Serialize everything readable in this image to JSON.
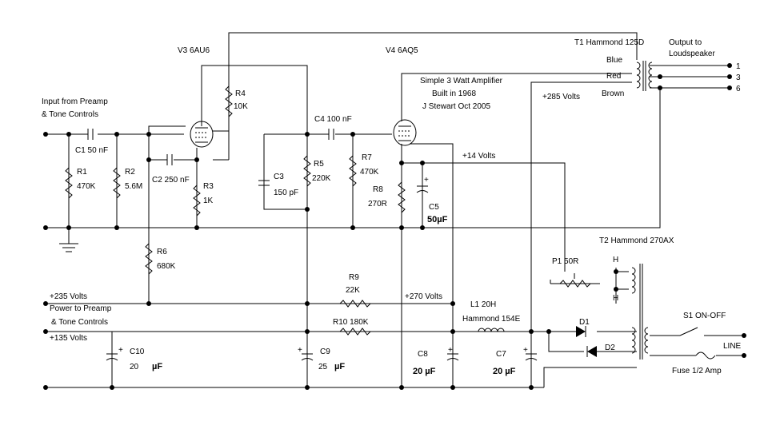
{
  "title_block": {
    "line1": "Simple 3 Watt Amplifier",
    "line2": "Built in 1968",
    "line3": "J Stewart Oct 2005"
  },
  "tubes": {
    "v3": "V3 6AU6",
    "v4": "V4 6AQ5"
  },
  "transformers": {
    "t1": "T1 Hammond 125D",
    "t1_blue": "Blue",
    "t1_red": "Red",
    "t1_brown": "Brown",
    "t2": "T2 Hammond 270AX",
    "t2_h1": "H",
    "t2_h2": "H"
  },
  "labels": {
    "input_line1": "Input from Preamp",
    "input_line2": "& Tone Controls",
    "output_line1": "Output to",
    "output_line2": "Loudspeaker",
    "out_pin1": "1",
    "out_pin3": "3",
    "out_pin6": "6",
    "v285": "+285 Volts",
    "v14": "+14 Volts",
    "v235": "+235 Volts",
    "power_line1": "Power to Preamp",
    "power_line2": "& Tone Controls",
    "v135": "+135 Volts",
    "v270": "+270 Volts",
    "switch": "S1 ON-OFF",
    "line": "LINE",
    "fuse": "Fuse  1/2 Amp",
    "d1": "D1",
    "d2": "D2"
  },
  "components": {
    "c1": "C1 50 nF",
    "r1": "R1",
    "r1_val": "470K",
    "r2": "R2",
    "r2_val": "5.6M",
    "c2": "C2 250 nF",
    "r3": "R3",
    "r3_val": "1K",
    "r4": "R4",
    "r4_val": "10K",
    "c4": "C4 100 nF",
    "c3": "C3",
    "c3_val": "150 pF",
    "r5": "R5",
    "r5_val": "220K",
    "r7": "R7",
    "r7_val": "470K",
    "r8": "R8",
    "r8_val": "270R",
    "c5": "C5",
    "c5_val": "50µF",
    "r6": "R6",
    "r6_val": "680K",
    "r9": "R9",
    "r9_val": "22K",
    "r10": "R10  180K",
    "p1": "P1 50R",
    "l1": "L1 20H",
    "l1_val": "Hammond 154E",
    "c10": "C10",
    "c10_val": "20",
    "c10_unit": "µF",
    "c9": "C9",
    "c9_val": "25",
    "c9_unit": "µF",
    "c8": "C8",
    "c8_val": "20 µF",
    "c7": "C7",
    "c7_val": "20 µF",
    "plus": "+"
  }
}
